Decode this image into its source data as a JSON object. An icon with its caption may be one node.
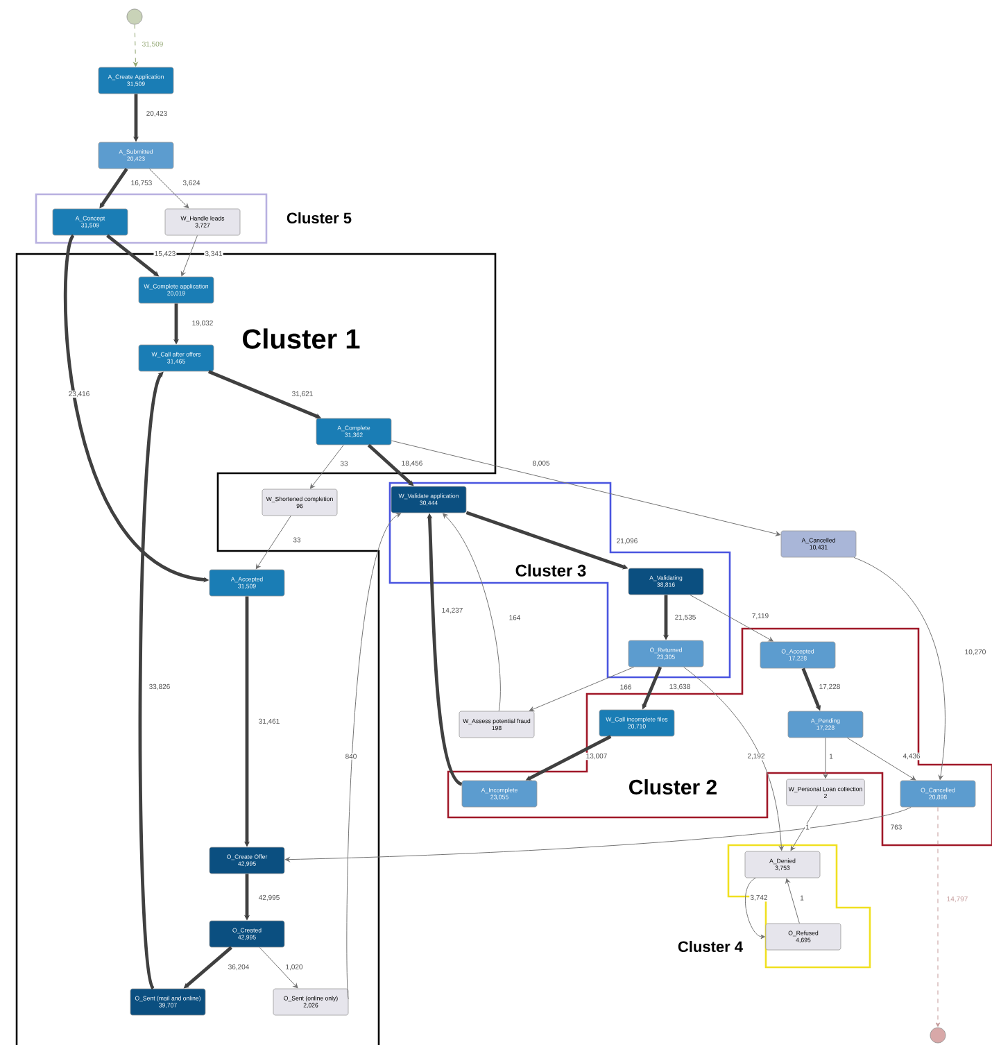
{
  "diagram": {
    "nodes": [
      {
        "text": [],
        "shape": "circle"
      },
      {
        "text": [
          "A_Create Application",
          "31,509"
        ]
      },
      {
        "text": [
          "A_Submitted",
          "20,423"
        ]
      },
      {
        "text": [
          "A_Concept",
          "31,509"
        ]
      },
      {
        "text": [
          "W_Handle leads",
          "3,727"
        ]
      },
      {
        "text": [
          "W_Complete application",
          "20,019"
        ]
      },
      {
        "text": [
          "W_Call after offers",
          "31,465"
        ]
      },
      {
        "text": [
          "A_Complete",
          "31,362"
        ]
      },
      {
        "text": [
          "W_Shortened completion",
          "96"
        ]
      },
      {
        "text": [
          "W_Validate application",
          "30,444"
        ]
      },
      {
        "text": [
          "A_Cancelled",
          "10,431"
        ]
      },
      {
        "text": [
          "A_Accepted",
          "31,509"
        ]
      },
      {
        "text": [
          "A_Validating",
          "38,816"
        ]
      },
      {
        "text": [
          "O_Returned",
          "23,305"
        ]
      },
      {
        "text": [
          "O_Accepted",
          "17,228"
        ]
      },
      {
        "text": [
          "W_Assess potential fraud",
          "198"
        ]
      },
      {
        "text": [
          "W_Call incomplete files",
          "20,710"
        ]
      },
      {
        "text": [
          "A_Pending",
          "17,228"
        ]
      },
      {
        "text": [
          "A_Incomplete",
          "23,055"
        ]
      },
      {
        "text": [
          "W_Personal Loan collection",
          "2"
        ]
      },
      {
        "text": [
          "O_Cancelled",
          "20,898"
        ]
      },
      {
        "text": [
          "O_Create Offer",
          "42,995"
        ]
      },
      {
        "text": [
          "A_Denied",
          "3,753"
        ]
      },
      {
        "text": [
          "O_Created",
          "42,995"
        ]
      },
      {
        "text": [
          "O_Refused",
          "4,695"
        ]
      },
      {
        "text": [
          "O_Sent (mail and online)",
          "39,707"
        ]
      },
      {
        "text": [
          "O_Sent (online only)",
          "2,026"
        ]
      },
      {
        "text": [],
        "shape": "circle"
      }
    ],
    "edges": [
      {
        "from": 0,
        "to": 1,
        "arrow": "to",
        "label": "31,509",
        "style": "dashed",
        "color": "#8fa46e"
      },
      {
        "from": 1,
        "to": 2,
        "arrow": "to",
        "label": "20,423",
        "style": "thick"
      },
      {
        "from": 2,
        "to": 3,
        "arrow": "to",
        "label": "16,753",
        "style": "thick"
      },
      {
        "from": 2,
        "to": 4,
        "arrow": "to",
        "label": "3,624"
      },
      {
        "from": 3,
        "to": 5,
        "arrow": "to",
        "label": "15,423",
        "style": "thick"
      },
      {
        "from": 4,
        "to": 5,
        "arrow": "to",
        "label": "3,341"
      },
      {
        "from": 3,
        "to": 11,
        "arrow": "to",
        "label": "23,416",
        "style": "thick"
      },
      {
        "from": 5,
        "to": 6,
        "arrow": "to",
        "label": "19,032",
        "style": "thick"
      },
      {
        "from": 6,
        "to": 7,
        "arrow": "to",
        "label": "31,621",
        "style": "thick"
      },
      {
        "from": 7,
        "to": 8,
        "arrow": "to",
        "label": "33"
      },
      {
        "from": 7,
        "to": 9,
        "arrow": "to",
        "label": "18,456",
        "style": "thick"
      },
      {
        "from": 7,
        "to": 10,
        "arrow": "to",
        "label": "8,005"
      },
      {
        "from": 8,
        "to": 11,
        "arrow": "to",
        "label": "33"
      },
      {
        "from": 11,
        "to": 21,
        "arrow": "to",
        "label": "31,461",
        "style": "thick"
      },
      {
        "from": 21,
        "to": 23,
        "arrow": "to",
        "label": "42,995",
        "style": "thick"
      },
      {
        "from": 23,
        "to": 25,
        "arrow": "to",
        "label": "36,204",
        "style": "thick"
      },
      {
        "from": 23,
        "to": 26,
        "arrow": "to",
        "label": "1,020"
      },
      {
        "from": 25,
        "to": 6,
        "arrow": "to",
        "label": "33,826",
        "style": "thick"
      },
      {
        "from": 26,
        "to": 9,
        "arrow": "to",
        "label": "840"
      },
      {
        "from": 9,
        "to": 12,
        "arrow": "to",
        "label": "21,096",
        "style": "thick"
      },
      {
        "from": 12,
        "to": 13,
        "arrow": "to",
        "label": "21,535",
        "style": "thick"
      },
      {
        "from": 12,
        "to": 14,
        "arrow": "to",
        "label": "7,119"
      },
      {
        "from": 13,
        "to": 15,
        "arrow": "to",
        "label": "166"
      },
      {
        "from": 13,
        "to": 16,
        "arrow": "to",
        "label": "13,638",
        "style": "thick"
      },
      {
        "from": 13,
        "to": 22,
        "arrow": "to",
        "label": "2,192"
      },
      {
        "from": 15,
        "to": 9,
        "arrow": "to",
        "label": "164"
      },
      {
        "from": 16,
        "to": 18,
        "arrow": "to",
        "label": "13,007",
        "style": "thick"
      },
      {
        "from": 18,
        "to": 9,
        "arrow": "to",
        "label": "14,237",
        "style": "thick"
      },
      {
        "from": 14,
        "to": 17,
        "arrow": "to",
        "label": "17,228",
        "style": "thick"
      },
      {
        "from": 17,
        "to": 19,
        "arrow": "to",
        "label": "1"
      },
      {
        "from": 17,
        "to": 20,
        "arrow": "to",
        "label": "4,436"
      },
      {
        "from": 10,
        "to": 20,
        "arrow": "to",
        "label": "10,270"
      },
      {
        "from": 19,
        "to": 22,
        "arrow": "to",
        "label": "1"
      },
      {
        "from": 20,
        "to": 21,
        "arrow": "to",
        "label": "763"
      },
      {
        "from": 20,
        "to": 27,
        "arrow": "to",
        "label": "14,797",
        "style": "dashed",
        "color": "#c49a9a"
      },
      {
        "from": 22,
        "to": 24,
        "arrow": "to",
        "label": "3,742"
      },
      {
        "from": 24,
        "to": 22,
        "arrow": "to",
        "label": "1"
      }
    ],
    "labels": [
      "Cluster 5",
      "Cluster 1",
      "Cluster 3",
      "Cluster 2",
      "Cluster 4"
    ]
  }
}
